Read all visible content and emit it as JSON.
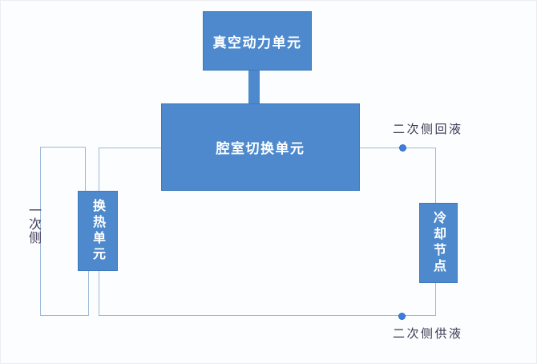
{
  "nodes": {
    "vacuum_power_unit": {
      "label": "真空动力单元"
    },
    "chamber_switch_unit": {
      "label": "腔室切换单元"
    },
    "heat_exchange_unit": {
      "label": "换热单元"
    },
    "cooling_node": {
      "label": "冷却节点"
    }
  },
  "labels": {
    "primary_side": "一次侧",
    "secondary_return": "二次侧回液",
    "secondary_supply": "二次侧供液"
  },
  "colors": {
    "node_fill": "#4d89cc",
    "node_border": "#3e79bd",
    "connector_line": "#9db9d8",
    "junction_dot": "#3d7edb",
    "label_text": "#3d3752",
    "node_text": "#ffffff",
    "background": "#fcfdfe"
  }
}
